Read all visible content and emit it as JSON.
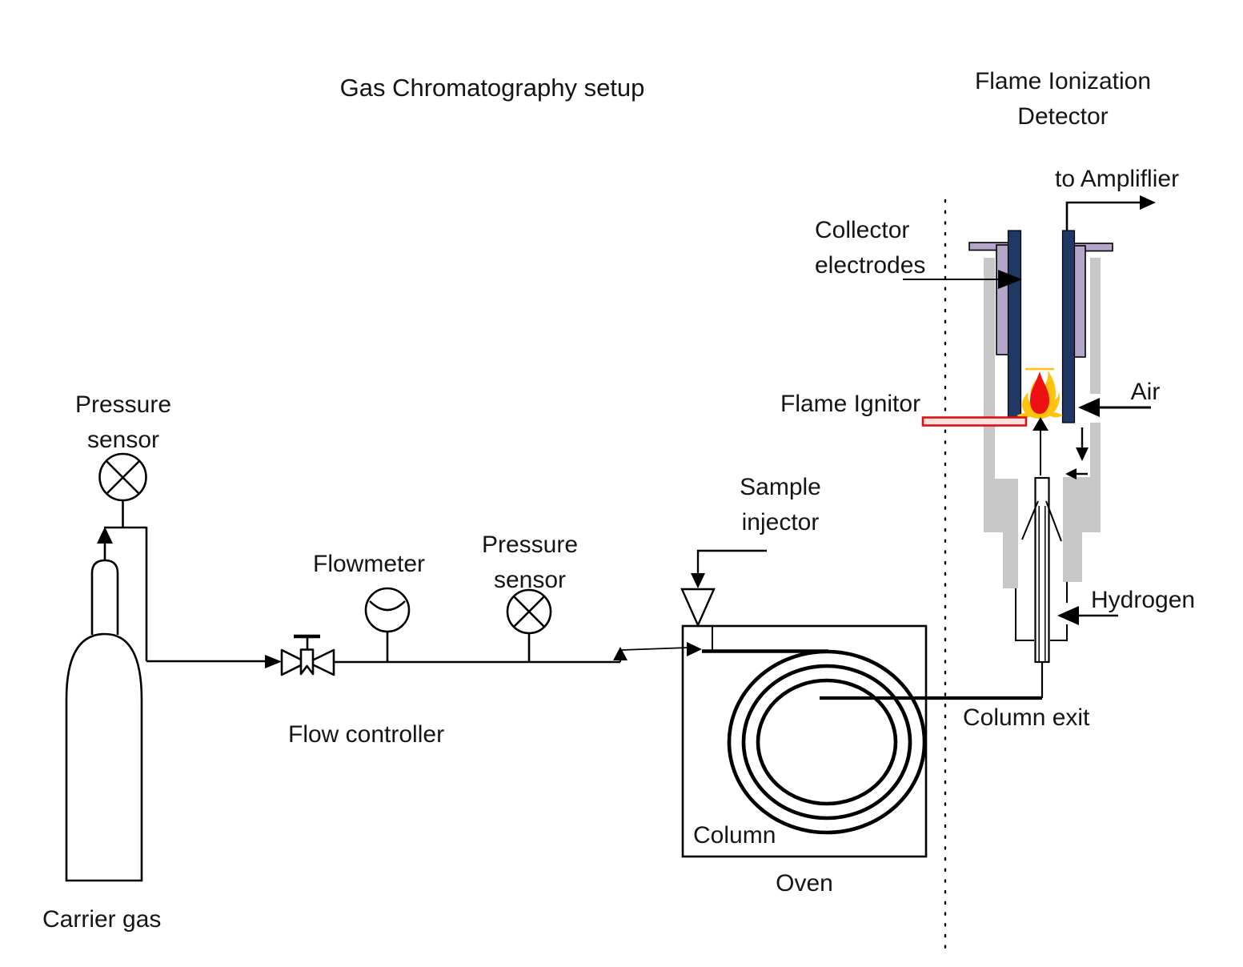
{
  "title": "Gas Chromatography setup",
  "fid": {
    "title_line1": "Flame Ionization",
    "title_line2": "Detector",
    "to_amplifier": "to Ampliflier",
    "collector_line1": "Collector",
    "collector_line2": "electrodes",
    "flame_ignitor": "Flame Ignitor",
    "air": "Air",
    "hydrogen": "Hydrogen",
    "column_exit": "Column exit"
  },
  "gc": {
    "pressure_sensor1_line1": "Pressure",
    "pressure_sensor1_line2": "sensor",
    "carrier_gas": "Carrier gas",
    "flowmeter": "Flowmeter",
    "flow_controller": "Flow controller",
    "pressure_sensor2_line1": "Pressure",
    "pressure_sensor2_line2": "sensor",
    "sample_injector_line1": "Sample",
    "sample_injector_line2": "injector",
    "column": "Column",
    "oven": "Oven"
  },
  "colors": {
    "electrode_navy": "#1F3864",
    "electrode_purple": "#B3A6C9",
    "housing_gray": "#C7C7C7",
    "ignitor_stroke_red": "#E01010",
    "ignitor_fill": "#F4E3DE",
    "flame_red": "#EE1111",
    "flame_yellow": "#FFC20E",
    "line_black": "#000000"
  }
}
